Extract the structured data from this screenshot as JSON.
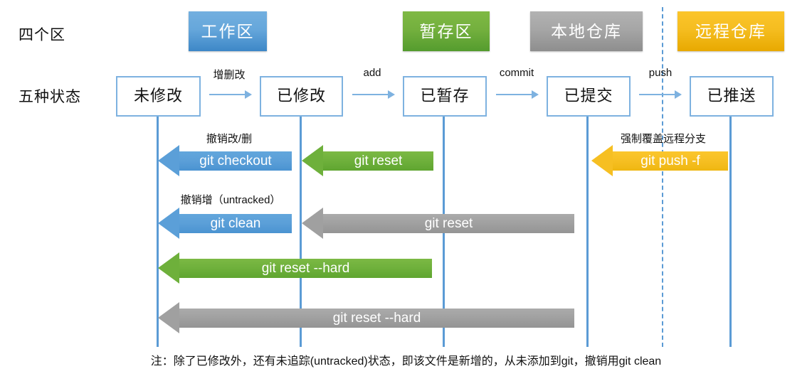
{
  "diagram": {
    "row_labels": {
      "zones": "四个区",
      "states": "五种状态"
    },
    "zones": [
      {
        "name": "working-area",
        "label": "工作区",
        "color": "#5b9fd8"
      },
      {
        "name": "staging-area",
        "label": "暂存区",
        "color": "#74b03e"
      },
      {
        "name": "local-repository",
        "label": "本地仓库",
        "color": "#a6a6a6"
      },
      {
        "name": "remote-repository",
        "label": "远程仓库",
        "color": "#f5bd20"
      }
    ],
    "states": [
      {
        "name": "unmodified",
        "label": "未修改"
      },
      {
        "name": "modified",
        "label": "已修改"
      },
      {
        "name": "staged",
        "label": "已暂存"
      },
      {
        "name": "committed",
        "label": "已提交"
      },
      {
        "name": "pushed",
        "label": "已推送"
      }
    ],
    "flows": [
      {
        "name": "add-delete-modify",
        "label": "增删改"
      },
      {
        "name": "add",
        "label": "add"
      },
      {
        "name": "commit",
        "label": "commit"
      },
      {
        "name": "push",
        "label": "push"
      }
    ],
    "undo_arrows": [
      {
        "name": "git-checkout",
        "command": "git checkout",
        "caption": "撤销改/删",
        "color": "#5b9fd8",
        "from_state": "已修改",
        "to_state": "未修改"
      },
      {
        "name": "git-reset",
        "command": "git reset",
        "caption": "",
        "color": "#6eb03b",
        "from_state": "已暂存",
        "to_state": "已修改"
      },
      {
        "name": "git-push-force",
        "command": "git push -f",
        "caption": "强制覆盖远程分支",
        "color": "#f6bf22",
        "from_state": "已推送",
        "to_state": "已提交"
      },
      {
        "name": "git-clean",
        "command": "git clean",
        "caption": "撤销增（untracked）",
        "color": "#5b9fd8",
        "from_state": "已修改",
        "to_state": "未修改"
      },
      {
        "name": "git-reset-from-committed",
        "command": "git reset",
        "caption": "",
        "color": "#a0a0a0",
        "from_state": "已提交",
        "to_state": "已修改"
      },
      {
        "name": "git-reset-hard-staged",
        "command": "git reset --hard",
        "caption": "",
        "color": "#6eb03b",
        "from_state": "已暂存",
        "to_state": "未修改"
      },
      {
        "name": "git-reset-hard-committed",
        "command": "git reset --hard",
        "caption": "",
        "color": "#a0a0a0",
        "from_state": "已提交",
        "to_state": "未修改"
      }
    ],
    "footnote": "注：除了已修改外，还有未追踪(untracked)状态，即该文件是新增的，从未添加到git，撤销用git clean"
  }
}
